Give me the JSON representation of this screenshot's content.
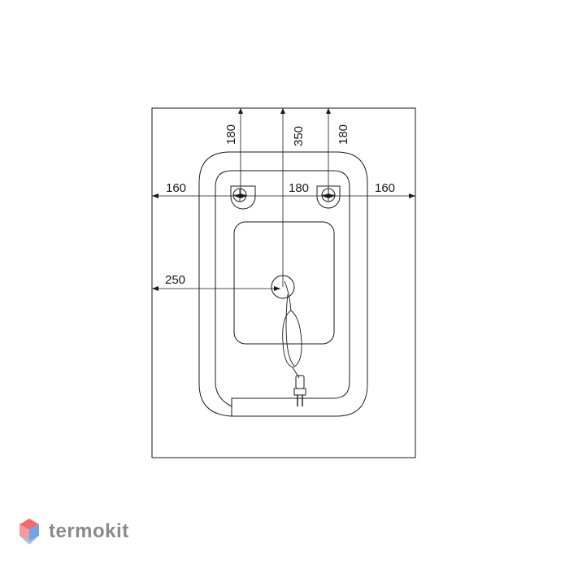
{
  "drawing": {
    "dim_top_left": "180",
    "dim_top_center": "350",
    "dim_top_right": "180",
    "dim_left": "160",
    "dim_center": "180",
    "dim_right": "160",
    "dim_socket": "250"
  },
  "logo": {
    "text": "termokit",
    "color": "#8a8a8a",
    "icon_colors": [
      "#f26b6b",
      "#6aa6e8"
    ]
  },
  "colors": {
    "line": "#1a1a1a"
  }
}
